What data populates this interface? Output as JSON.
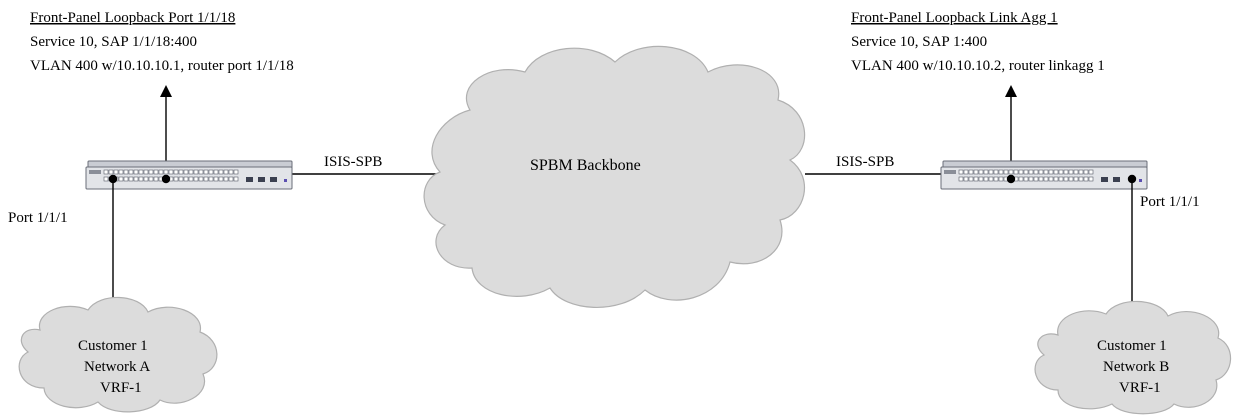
{
  "left_switch": {
    "title": "Front-Panel Loopback Port 1/1/18",
    "line1": "Service 10, SAP 1/1/18:400",
    "line2": "VLAN 400 w/10.10.10.1, router port 1/1/18",
    "port_label": "Port 1/1/1",
    "link_label": "ISIS-SPB"
  },
  "right_switch": {
    "title": "Front-Panel Loopback Link Agg 1",
    "line1": "Service 10, SAP 1:400",
    "line2": "VLAN 400 w/10.10.10.2, router linkagg 1",
    "port_label": "Port 1/1/1",
    "link_label": "ISIS-SPB"
  },
  "backbone": {
    "label": "SPBM Backbone"
  },
  "customer_left": {
    "line1": "Customer 1",
    "line2": "Network A",
    "line3": "VRF-1"
  },
  "customer_right": {
    "line1": "Customer 1",
    "line2": "Network B",
    "line3": "VRF-1"
  }
}
